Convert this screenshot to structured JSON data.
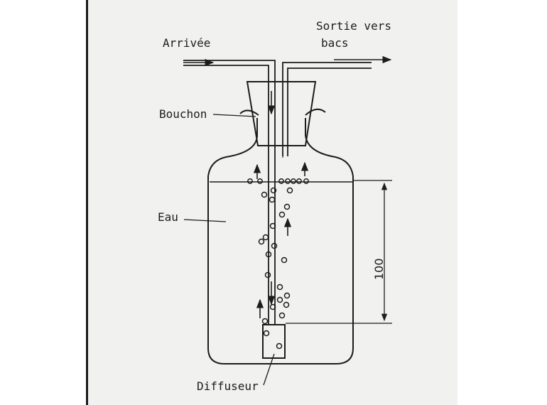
{
  "labels": {
    "arrivee": "Arrivée",
    "sortie_line1": "Sortie vers",
    "sortie_line2": "bacs",
    "bouchon": "Bouchon",
    "eau": "Eau",
    "diffuseur": "Diffuseur",
    "dimension": "100"
  },
  "colors": {
    "ink": "#1c1c1c",
    "paper": "#f1f1ef"
  }
}
